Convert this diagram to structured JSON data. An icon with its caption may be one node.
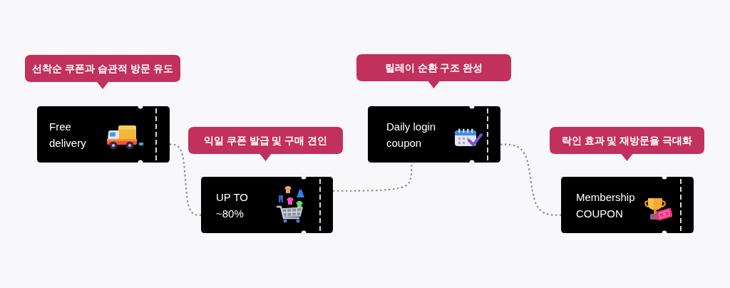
{
  "diagram": {
    "nodes": [
      {
        "text": [
          "선착순 쿠폰과 습관적 방문 유도"
        ]
      },
      {
        "text": [
          "Free delivery"
        ]
      },
      {
        "text": [
          "익일 쿠폰 발급 및 구매 견인"
        ]
      },
      {
        "text": [
          "UP TO ~80%"
        ]
      },
      {
        "text": [
          "릴레이 순환 구조 완성"
        ]
      },
      {
        "text": [
          "Daily login coupon"
        ]
      },
      {
        "text": [
          "락인 효과 및 재방문율 극대화"
        ]
      },
      {
        "text": [
          "Membership COUPON"
        ]
      }
    ],
    "edges": [
      {
        "from": 1,
        "to": 3,
        "arrow": "none",
        "style": "dashed"
      },
      {
        "from": 3,
        "to": 5,
        "arrow": "none",
        "style": "dashed"
      },
      {
        "from": 5,
        "to": 7,
        "arrow": "none",
        "style": "dashed"
      }
    ]
  }
}
